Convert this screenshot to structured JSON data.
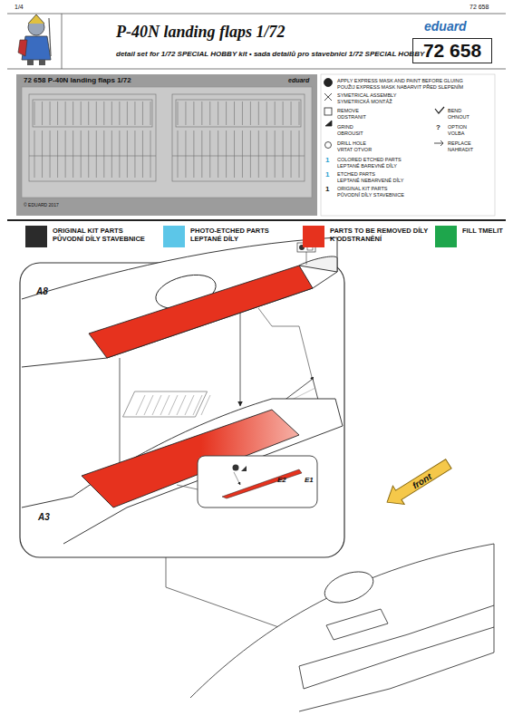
{
  "diagram": {
    "title": "P-40N landing flaps   1/72",
    "nodes": [
      {
        "text": [
          "72 658"
        ]
      },
      {
        "text": [
          "front"
        ]
      }
    ],
    "labels": [
      "1/4",
      "72 658",
      "detail set for 1/72  SPECIAL HOBBY  kit • sada detailů pro stavebnici 1/72  SPECIAL HOBBY",
      "eduard",
      "72 658  P-40N landing flaps  1/72",
      "eduard",
      "© EDUARD 2017",
      "APPLY EXPRESS MASK AND PAINT BEFORE GLUING",
      "POUŽIJ EXPRESS MASK NABARVIT PŘED SLEPENÍM",
      "SYMETRICAL ASSEMBLY",
      "SYMETRICKÁ MONTÁŽ",
      "REMOVE",
      "ODSTRANIT",
      "BEND",
      "OHNOUT",
      "GRIND",
      "OBROUSIT",
      "OPTION",
      "VOLBA",
      "DRILL HOLE",
      "VRTAT OTVOR",
      "REPLACE",
      "NAHRADIT",
      "1",
      "COLORED ETCHED PARTS",
      "LEPTANÉ BAREVNÉ DÍLY",
      "1",
      "ETCHED PARTS",
      "LEPTANÉ NEBARVENÉ DÍLY",
      "1",
      "ORIGINAL KIT PARTS",
      "PŮVODNÍ DÍLY STAVEBNICE",
      "A8",
      "A3",
      "E2",
      "E1"
    ],
    "legend": [
      {
        "text": "ORIGINAL KIT PARTS PŮVODNÍ DÍLY STAVEBNICE",
        "color": "#2b2b2b"
      },
      {
        "text": "PHOTO-ETCHED PARTS LEPTANÉ DÍLY",
        "color": "#5cc6e8"
      },
      {
        "text": "PARTS TO BE REMOVED DÍLY K ODSTRANĚNÍ",
        "color": "#e6321e"
      },
      {
        "text": "FILL TMELIT",
        "color": "#1ea64c"
      }
    ]
  }
}
